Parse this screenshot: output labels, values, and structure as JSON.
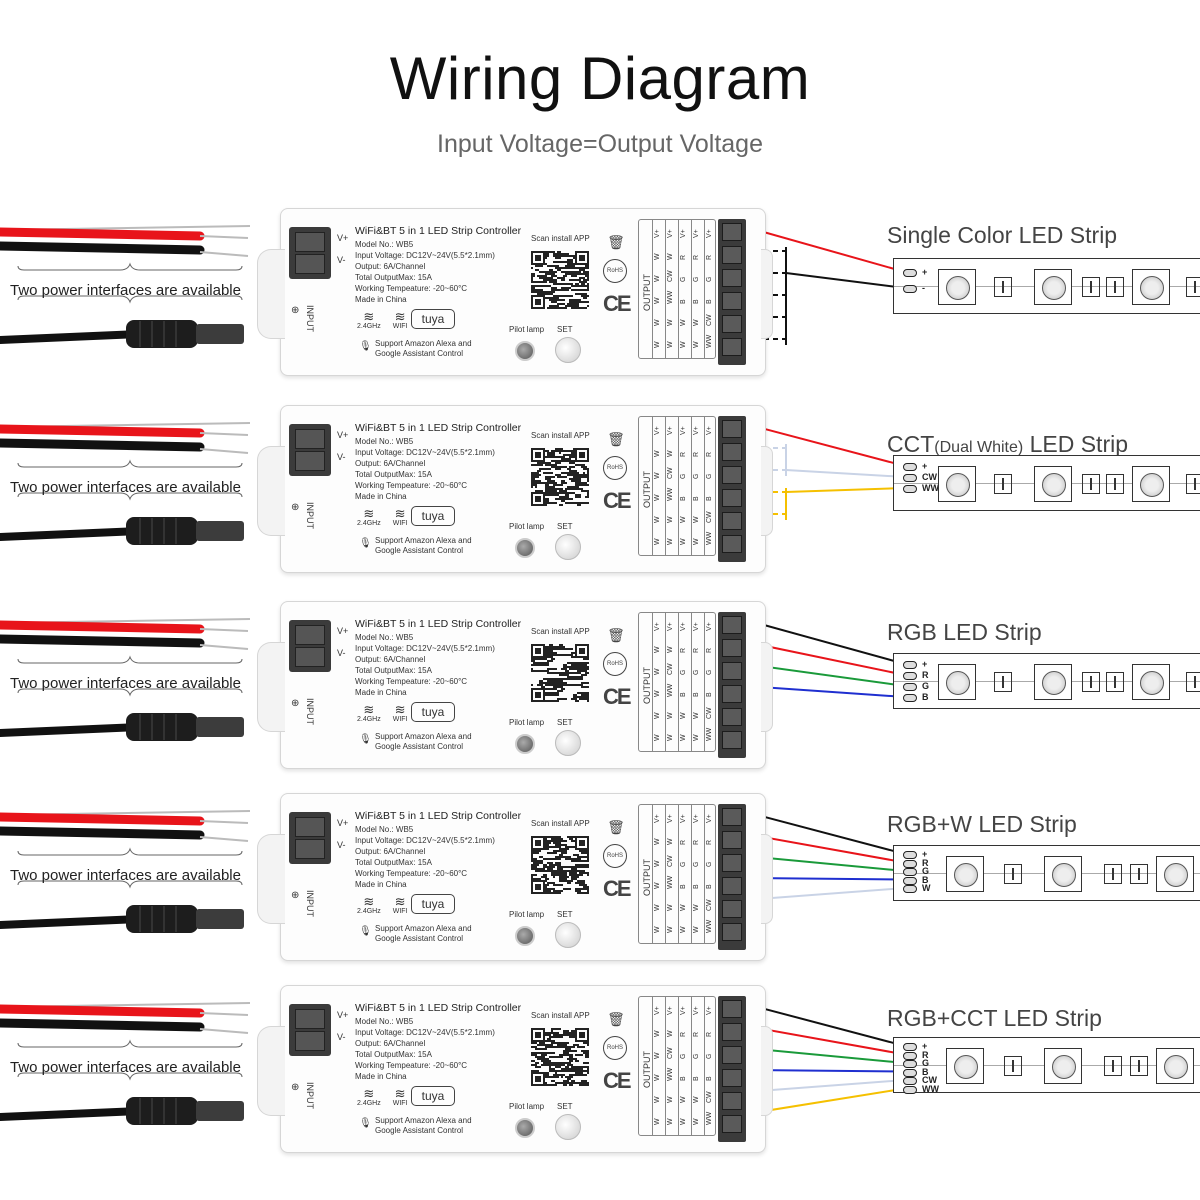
{
  "title": "Wiring Diagram",
  "subtitle": "Input Voltage=Output Voltage",
  "power_label": "Two power interfaces are available",
  "controller": {
    "title": "WiFi&BT 5 in 1 LED Strip Controller",
    "model": "Model No.: WB5",
    "input_voltage": "Input Voltage: DC12V~24V(5.5*2.1mm)",
    "output": "Output: 6A/Channel",
    "total_output": "Total OutputMax: 15A",
    "working_temp": "Working Tempeature: -20~60°C",
    "made_in": "Made in China",
    "wifi_24": "2.4GHz",
    "wifi": "WIFI",
    "brand": "tuya",
    "alexa_line1": "Support Amazon Alexa and",
    "alexa_line2": "Google Assistant Control",
    "scan": "Scan install APP",
    "pilot_lamp": "Pilot lamp",
    "set": "SET",
    "v_plus": "V+",
    "v_minus": "V-",
    "input": "INPUT",
    "output_label": "OUTPUT",
    "rohs": "RoHS",
    "ce": "CE",
    "table_cols": [
      [
        "V+",
        "W",
        "W",
        "W",
        "W",
        "W"
      ],
      [
        "V+",
        "W",
        "CW",
        "WW",
        "W",
        "W"
      ],
      [
        "V+",
        "R",
        "G",
        "B",
        "W",
        "W"
      ],
      [
        "V+",
        "R",
        "G",
        "B",
        "W",
        "W"
      ],
      [
        "V+",
        "R",
        "G",
        "B",
        "CW",
        "WW"
      ]
    ]
  },
  "strips": [
    {
      "title": "Single Color LED Strip",
      "title_small": "",
      "title_rest": "",
      "pads": [
        "+",
        "-"
      ]
    },
    {
      "title": "CCT",
      "title_small": "(Dual White)",
      "title_rest": " LED Strip",
      "pads": [
        "+",
        "CW",
        "WW"
      ]
    },
    {
      "title": "RGB LED Strip",
      "title_small": "",
      "title_rest": "",
      "pads": [
        "+",
        "R",
        "G",
        "B"
      ]
    },
    {
      "title": "RGB+W LED Strip",
      "title_small": "",
      "title_rest": "",
      "pads": [
        "+",
        "R",
        "G",
        "B",
        "W"
      ]
    },
    {
      "title": "RGB+CCT LED Strip",
      "title_small": "",
      "title_rest": "",
      "pads": [
        "+",
        "R",
        "G",
        "B",
        "CW",
        "WW"
      ]
    }
  ],
  "colors": {
    "red": "#e8141a",
    "black": "#111111",
    "green": "#1a9a3a",
    "blue": "#1f2fd0",
    "white_wire": "#c9d3e6",
    "yellow": "#f5c000"
  }
}
